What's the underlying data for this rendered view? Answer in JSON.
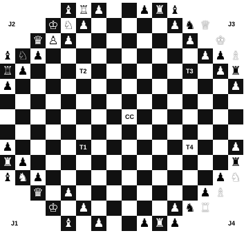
{
  "board": {
    "light": "#ffffff",
    "dark": "#111111",
    "corner_labels": [
      {
        "id": "J1",
        "text": "J1"
      },
      {
        "id": "J2",
        "text": "J2"
      },
      {
        "id": "J3",
        "text": "J3"
      },
      {
        "id": "J4",
        "text": "J4"
      }
    ],
    "square_labels": [
      {
        "id": "T1",
        "text": "T1"
      },
      {
        "id": "T2",
        "text": "T2"
      },
      {
        "id": "T3",
        "text": "T3"
      },
      {
        "id": "T4",
        "text": "T4"
      },
      {
        "id": "CC",
        "text": "CC"
      }
    ],
    "pieces": [
      {
        "name": "bishop",
        "side": "black",
        "glyph": "♝"
      },
      {
        "name": "rook",
        "side": "white",
        "glyph": "♖"
      },
      {
        "name": "pawn",
        "side": "black",
        "glyph": "♟"
      },
      {
        "name": "king",
        "side": "white",
        "glyph": "♔"
      },
      {
        "name": "knight",
        "side": "white",
        "glyph": "♘"
      },
      {
        "name": "queen",
        "side": "black",
        "glyph": "♛"
      },
      {
        "name": "pawn",
        "side": "white",
        "glyph": "♙"
      },
      {
        "name": "rook",
        "side": "white",
        "glyph": "♖"
      },
      {
        "name": "pawn",
        "side": "black",
        "glyph": "♟"
      },
      {
        "name": "queen",
        "side": "white",
        "glyph": "♕"
      },
      {
        "name": "king",
        "side": "black",
        "glyph": "♚"
      },
      {
        "name": "knight",
        "side": "black",
        "glyph": "♞"
      },
      {
        "name": "rook",
        "side": "black",
        "glyph": "♜"
      },
      {
        "name": "bishop",
        "side": "white",
        "glyph": "♗"
      }
    ]
  }
}
